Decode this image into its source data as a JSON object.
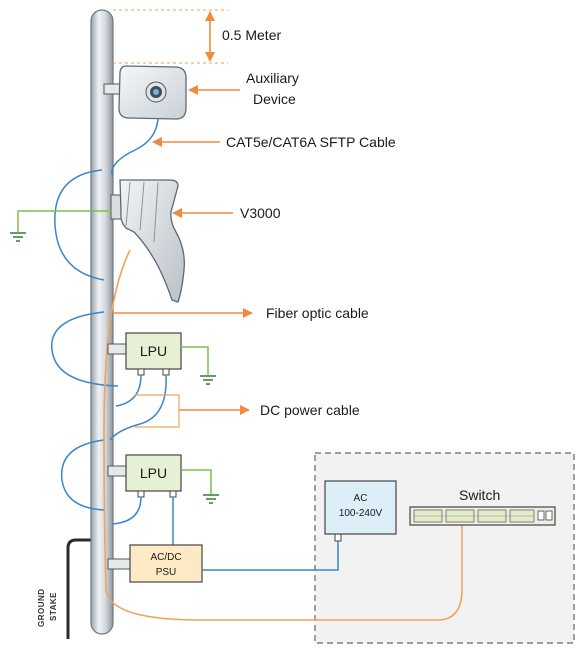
{
  "labels": {
    "height": "0.5 Meter",
    "auxiliary_line1": "Auxiliary",
    "auxiliary_line2": "Device",
    "cat_cable": "CAT5e/CAT6A SFTP Cable",
    "v3000": "V3000",
    "fiber": "Fiber optic cable",
    "dc_power": "DC power cable",
    "lpu_top": "LPU",
    "lpu_bottom": "LPU",
    "psu_line1": "AC/DC",
    "psu_line2": "PSU",
    "ac_line1": "AC",
    "ac_line2": "100-240V",
    "switch": "Switch",
    "ground_line1": "GROUND",
    "ground_line2": "STAKE"
  },
  "colors": {
    "blue_cable": "#3a86c8",
    "orange_cable": "#f0a35a",
    "green_ground": "#7cc043",
    "arrow": "#f08a3c",
    "lpu_fill": "#e6f0d4",
    "psu_fill": "#fde9c4",
    "ac_fill": "#dceef8",
    "dashed_area": "#f2f2f2"
  },
  "icons": [
    "ground-symbol-icon",
    "camera-lens-icon",
    "arrow-icon"
  ]
}
